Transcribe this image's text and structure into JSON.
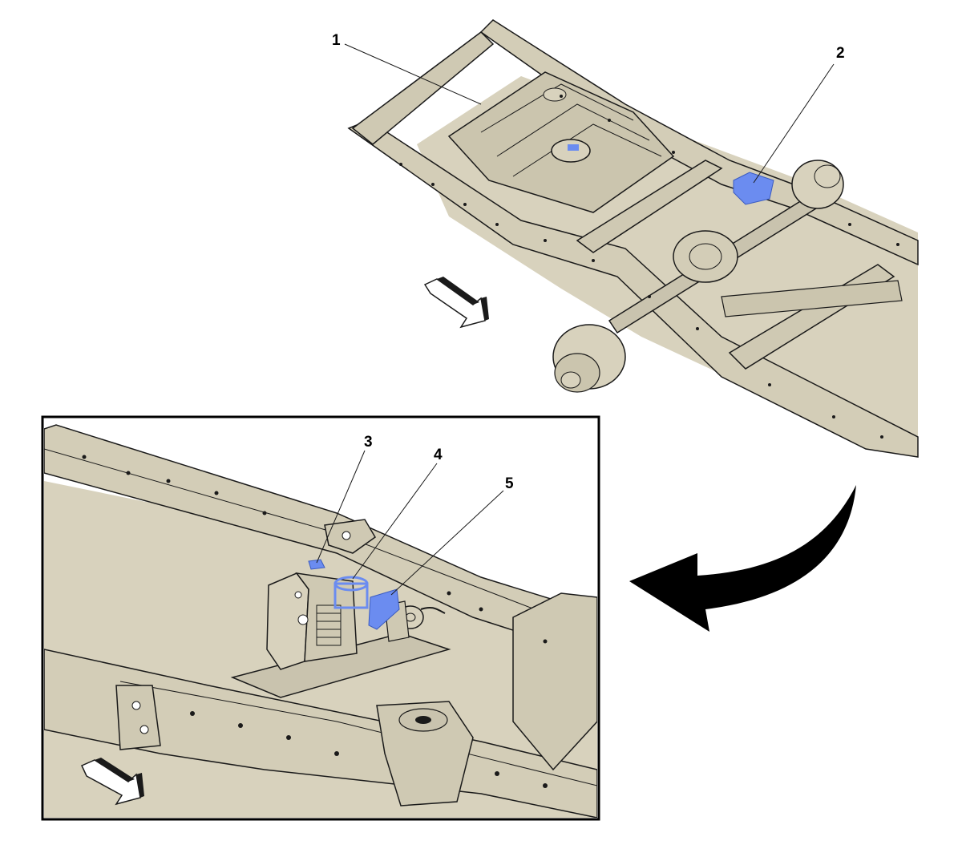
{
  "callouts": {
    "c1": "1",
    "c2": "2",
    "c3": "3",
    "c4": "4",
    "c5": "5"
  },
  "colors": {
    "frame_fill": "#d8d2bd",
    "frame_shade": "#c9c3ae",
    "highlight": "#6b8cf0",
    "line": "#1a1a1a",
    "background": "#ffffff"
  },
  "icons": {
    "direction_arrow_top": "front-direction-arrow-icon",
    "direction_arrow_inset": "front-direction-arrow-icon",
    "zoom_arrow": "curved-zoom-arrow-icon"
  }
}
